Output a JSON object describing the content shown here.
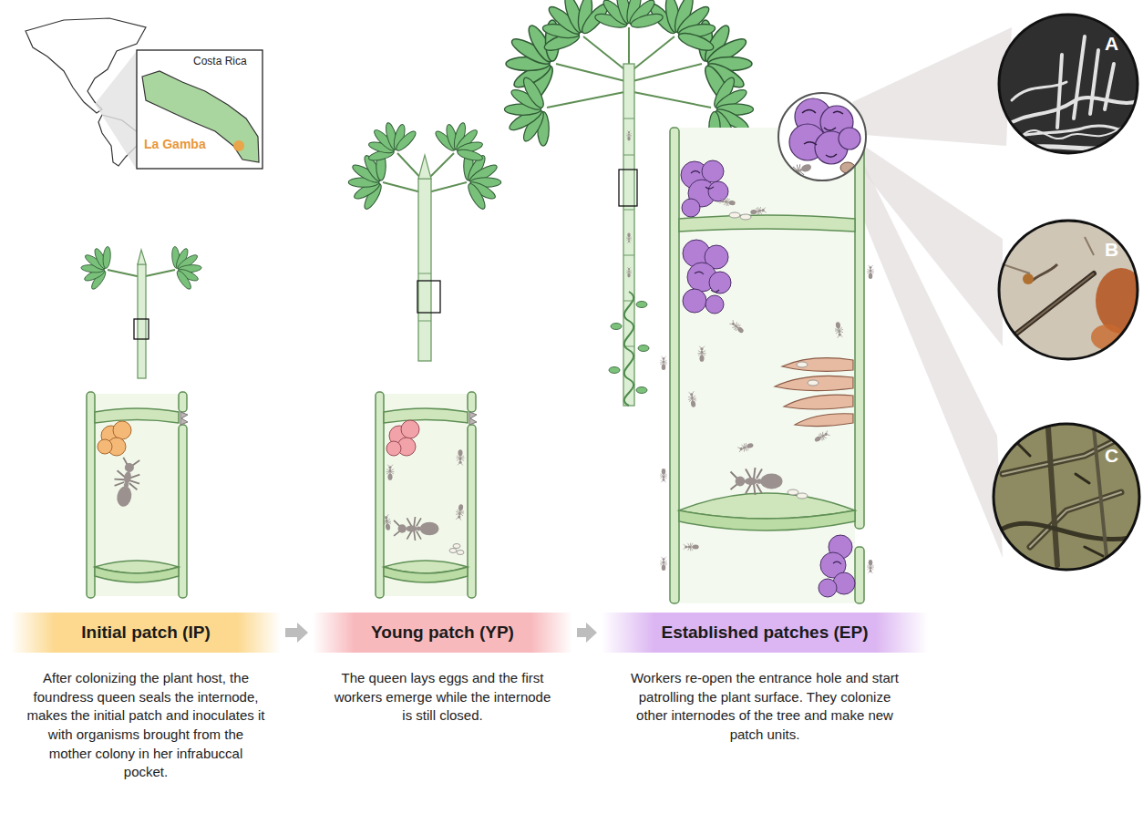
{
  "diagram": {
    "nodes": [
      {
        "text": [
          "Initial patch (IP)",
          "After colonizing the plant host, the foundress queen seals the internode, makes the initial patch and inoculates it with organisms brought from the mother colony in her infrabuccal pocket."
        ]
      },
      {
        "text": [
          "Young patch (YP)",
          "The queen lays eggs and the first workers emerge while the internode is still closed."
        ]
      },
      {
        "text": [
          "Established patches (EP)",
          "Workers re-open the entrance hole and start patrolling the plant surface. They colonize other internodes of the tree and make new patch units."
        ]
      }
    ],
    "edges": [
      {
        "from": 0,
        "to": 1,
        "arrow": "to"
      },
      {
        "from": 1,
        "to": 2,
        "arrow": "to"
      }
    ],
    "labels": [
      "Costa Rica",
      "La Gamba",
      "A",
      "B",
      "C"
    ]
  }
}
